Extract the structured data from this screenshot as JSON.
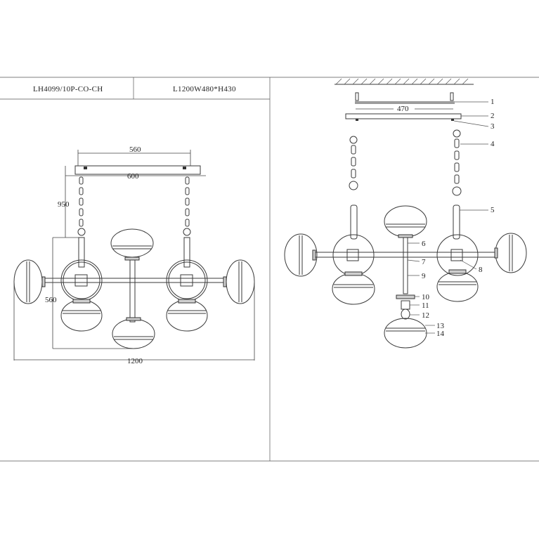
{
  "header": {
    "model": "LH4099/10P-CO-CH",
    "size": "L1200W480*H430"
  },
  "dimensions": {
    "canopy_inner": "560",
    "canopy_outer": "600",
    "height": "950",
    "depth": "560",
    "width": "1200",
    "canopy_mount": "470"
  },
  "parts": [
    "1",
    "2",
    "3",
    "4",
    "5",
    "6",
    "7",
    "8",
    "9",
    "10",
    "11",
    "12",
    "13",
    "14"
  ]
}
